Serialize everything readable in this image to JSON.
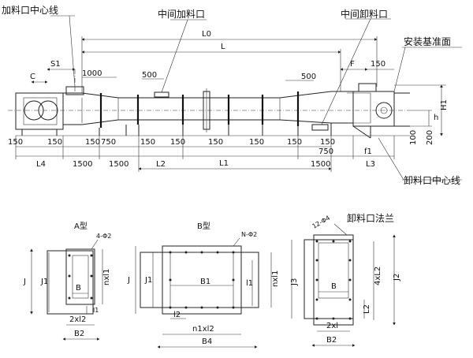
{
  "callouts": {
    "feed_centerline": "加料口中心线",
    "middle_feed": "中间加料口",
    "middle_discharge": "中间卸料口",
    "install_base": "安装基准面",
    "discharge_centerline": "卸料口中心线",
    "discharge_flange": "卸料口法兰"
  },
  "top_dims": {
    "L0": "L0",
    "L": "L",
    "S1": "S1",
    "C": "C",
    "d1000": "1000",
    "d500a": "500",
    "d500b": "500",
    "F": "F",
    "d150": "150",
    "H1": "H1",
    "h": "h",
    "d100": "100",
    "d200": "200"
  },
  "bottom_row_1": [
    "150",
    "150",
    "150",
    "150",
    "150",
    "150",
    "150",
    "150",
    "150"
  ],
  "bottom_row_1_750": [
    "750",
    "750"
  ],
  "bottom_row_2": {
    "L4": "L4",
    "b1500a": "1500",
    "b1500b": "1500",
    "L2": "L2",
    "L1": "L1",
    "b1500c": "1500",
    "f1": "f1",
    "L3": "L3"
  },
  "views": {
    "a": {
      "title": "A型",
      "J": "J",
      "J1": "J1",
      "B": "B",
      "nxl1": "nxl1",
      "l1": "l1",
      "two_l2": "2xl2",
      "B2": "B2",
      "hole": "4-Φ2"
    },
    "b": {
      "title": "B型",
      "J": "J",
      "J1": "J1",
      "B1": "B1",
      "l1": "l1",
      "nxl1": "nxl1",
      "l2": "l2",
      "nxl2": "n1xl2",
      "B4": "B4",
      "hole": "N-Φ2"
    },
    "c": {
      "J3": "J3",
      "B": "B",
      "L2": "L2",
      "fourxL2": "4xL2",
      "J2": "J2",
      "twoxl": "2xl",
      "B2": "B2",
      "hole": "12-Φ4"
    }
  }
}
